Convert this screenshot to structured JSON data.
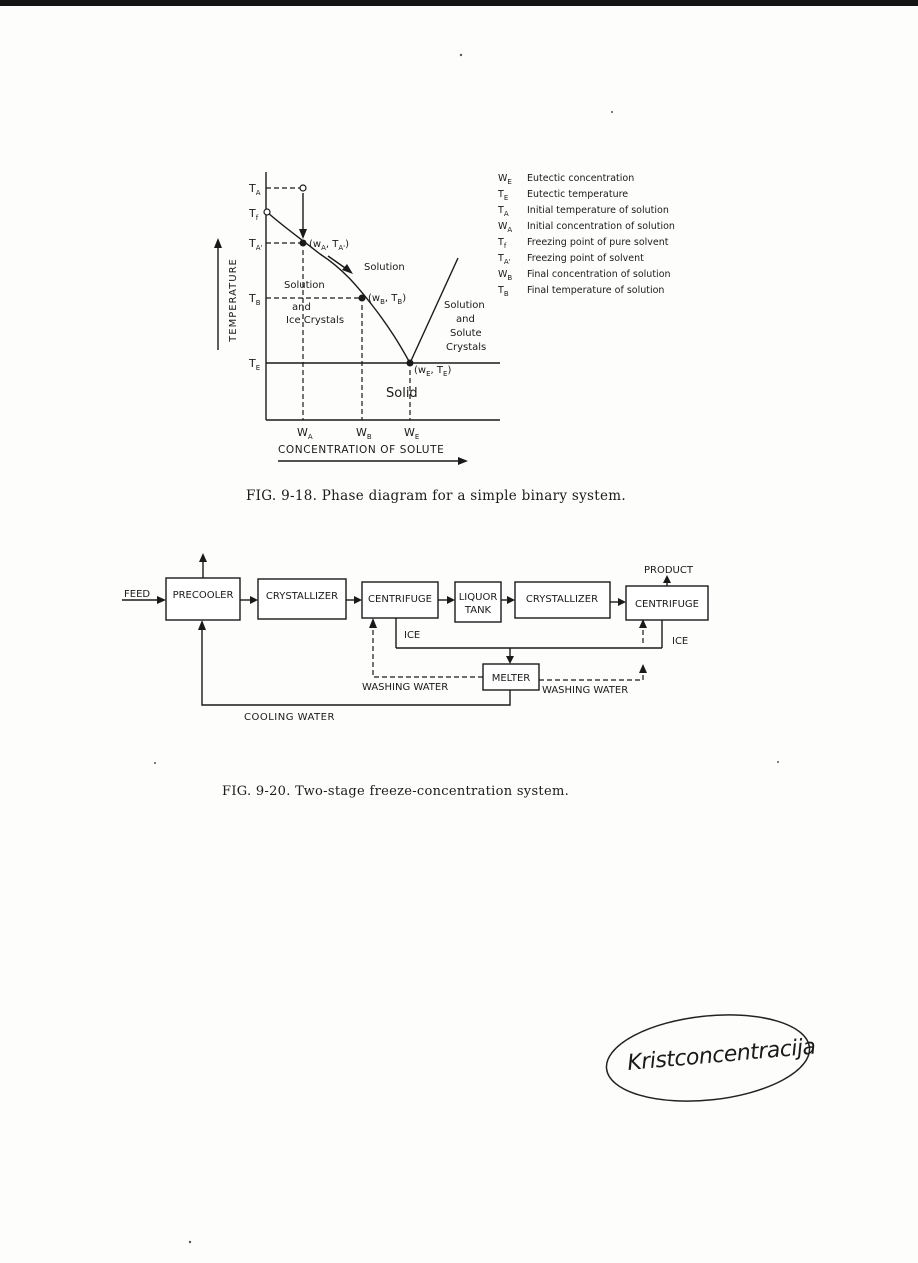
{
  "phase_diagram": {
    "y_axis_label": "TEMPERATURE",
    "x_axis_label": "CONCENTRATION OF SOLUTE",
    "y_ticks": [
      "T",
      "T",
      "T",
      "T",
      "T"
    ],
    "y_tick_subs": [
      "A",
      "f",
      "A'",
      "B",
      "E"
    ],
    "x_ticks": [
      "W",
      "W",
      "W"
    ],
    "x_tick_subs": [
      "A",
      "B",
      "E"
    ],
    "points": [
      {
        "label": "(w",
        "sub1": "A",
        "mid": ", T",
        "sub2": "A'",
        "close": ")"
      },
      {
        "label": "(w",
        "sub1": "B",
        "mid": ", T",
        "sub2": "B",
        "close": ")"
      },
      {
        "label": "(w",
        "sub1": "E",
        "mid": ", T",
        "sub2": "E",
        "close": ")"
      }
    ],
    "regions": {
      "solution": "Solution",
      "sol_ice_1": "Solution",
      "sol_ice_2": "and",
      "sol_ice_3": "Ice Crystals",
      "sol_solute_1": "Solution",
      "sol_solute_2": "and",
      "sol_solute_3": "Solute",
      "sol_solute_4": "Crystals",
      "solid": "Solid"
    }
  },
  "legend": [
    {
      "sym": "W",
      "sub": "E",
      "desc": "Eutectic concentration"
    },
    {
      "sym": "T",
      "sub": "E",
      "desc": "Eutectic temperature"
    },
    {
      "sym": "T",
      "sub": "A",
      "desc": "Initial temperature of solution"
    },
    {
      "sym": "W",
      "sub": "A",
      "desc": "Initial concentration of solution"
    },
    {
      "sym": "T",
      "sub": "f",
      "desc": "Freezing point of pure solvent"
    },
    {
      "sym": "T",
      "sub": "A'",
      "desc": "Freezing point of solvent"
    },
    {
      "sym": "W",
      "sub": "B",
      "desc": "Final concentration of solution"
    },
    {
      "sym": "T",
      "sub": "B",
      "desc": "Final temperature of solution"
    }
  ],
  "fig1_caption": "FIG. 9-18.  Phase diagram for a simple binary system.",
  "flow": {
    "feed": "FEED",
    "precooler": "PRECOOLER",
    "crystallizer1": "CRYSTALLIZER",
    "centrifuge1": "CENTRIFUGE",
    "liquor1": "LIQUOR",
    "liquor2": "TANK",
    "crystallizer2": "CRYSTALLIZER",
    "centrifuge2": "CENTRIFUGE",
    "product": "PRODUCT",
    "ice1": "ICE",
    "ice2": "ICE",
    "melter": "MELTER",
    "washing_left": "WASHING WATER",
    "washing_right": "WASHING WATER",
    "cooling": "COOLING  WATER"
  },
  "fig2_caption": "FIG. 9-20.  Two-stage freeze-concentration system.",
  "signature": "Kristconcentracija"
}
